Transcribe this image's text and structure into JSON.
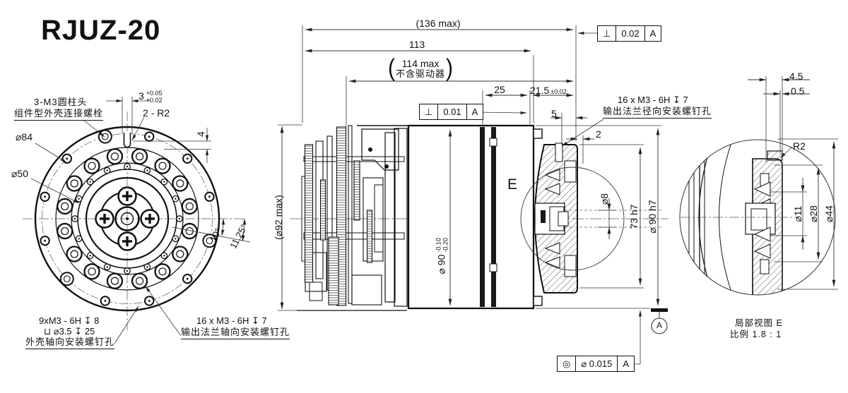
{
  "title": "RJUZ-20",
  "front": {
    "bolt_note1": "3-M3圆柱头",
    "bolt_note2": "组件型外壳连接螺栓",
    "slot_w": "3",
    "slot_w_up": "+0.05",
    "slot_w_lo": "+0.02",
    "slot_r": "2 - R2",
    "d84": "⌀84",
    "d50": "⌀50",
    "slot_depth": "4",
    "ang1": "10°",
    "ang2": "11.25°",
    "hole9_1": "9xM3 - 6H ↧ 8",
    "hole9_2": "⊔ ⌀3.5 ↧ 25",
    "hole9_3": "外壳轴向安装螺钉孔",
    "hole16a_1": "16 x  M3 - 6H ↧ 7",
    "hole16a_2": "输出法兰轴向安装螺钉孔"
  },
  "section": {
    "len136": "(136 max)",
    "len113": "113",
    "len114": "114 max",
    "len114b": "不含驱动器",
    "paren_open": "(",
    "paren_close": ")",
    "len25": "25",
    "len215": "21.5",
    "len215tol": "±0.02",
    "len5": "5",
    "len2": "2",
    "d92": "(⌀92 max)",
    "d90": "⌀ 90",
    "d90up": "-0.10",
    "d90lo": "-0.20",
    "d73": "73 h7",
    "d90h7": "⌀ 90 h7",
    "d8": "⌀8",
    "detail_mark": "E",
    "hole16r_1": "16 x  M3 - 6H ↧ 7",
    "hole16r_2": "输出法兰径向安装螺钉孔",
    "fcf1": {
      "sym": "⊥",
      "tol": "0.01",
      "datum": "A"
    },
    "fcf2": {
      "sym": "⊥",
      "tol": "0.02",
      "datum": "A"
    },
    "fcf3": {
      "sym": "◎",
      "tol": "⌀ 0.015",
      "datum": "A"
    },
    "datum_label": "A"
  },
  "detail": {
    "d45": "4.5",
    "d05": "0.5",
    "r2": "R2",
    "d11": "⌀11",
    "d28": "⌀28",
    "d44": "⌀44",
    "cap1": "局部视图 E",
    "cap2": "比例 1.8 : 1"
  }
}
